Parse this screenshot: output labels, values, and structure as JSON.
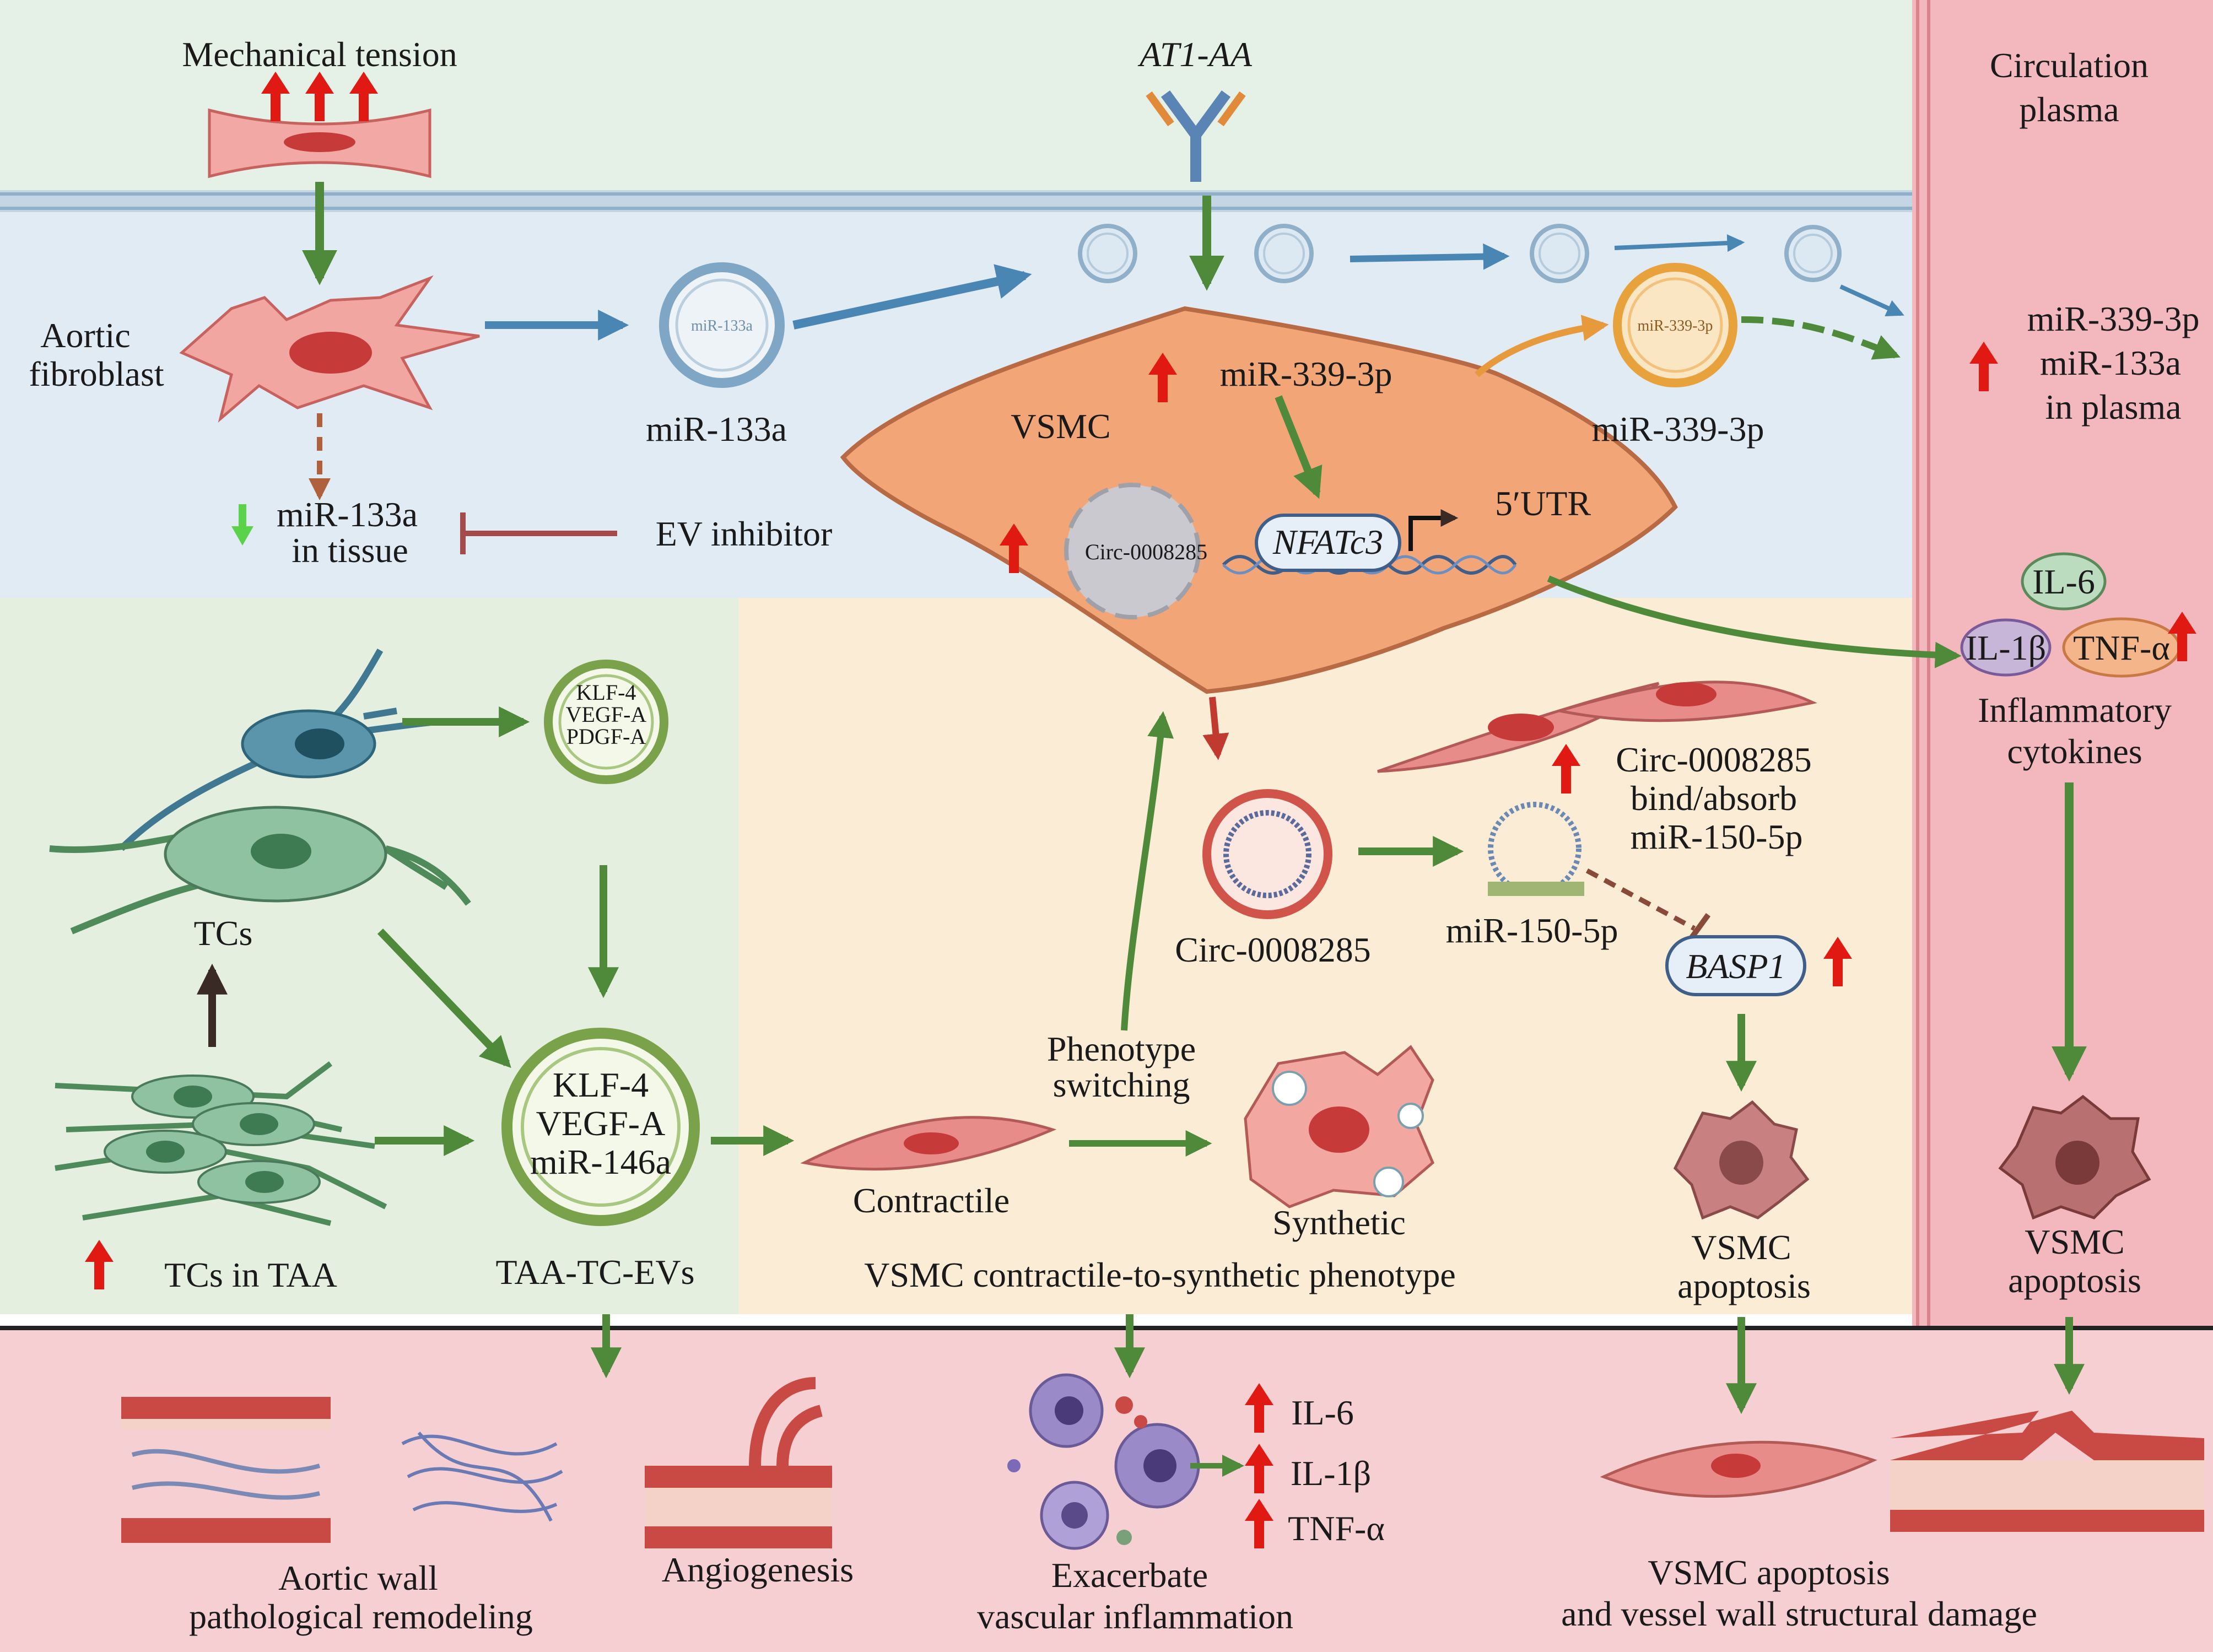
{
  "top": {
    "mechanical_tension": "Mechanical tension",
    "at1aa": "AT1-AA",
    "circulation_line1": "Circulation",
    "circulation_line2": "plasma"
  },
  "fibroblast": {
    "label_line1": "Aortic",
    "label_line2": "fibroblast",
    "tissue_line1": "miR-133a",
    "tissue_line2": "in tissue",
    "ev_inhibitor": "EV inhibitor"
  },
  "vesicles": {
    "mir133a_inner": "miR-133a",
    "mir133a_label": "miR-133a",
    "mir339_inner": "miR-339-3p",
    "mir339_label": "miR-339-3p"
  },
  "vsmc": {
    "label": "VSMC",
    "mir339": "miR-339-3p",
    "circ": "Circ-0008285",
    "nfatc3": "NFATc3",
    "utr": "5′UTR"
  },
  "plasma": {
    "line1": "miR-339-3p",
    "line2": "miR-133a",
    "line3": "in plasma",
    "il6": "IL-6",
    "il1b": "IL-1β",
    "tnfa": "TNF-α",
    "cyto_line1": "Inflammatory",
    "cyto_line2": "cytokines",
    "apop_line1": "VSMC",
    "apop_line2": "apoptosis"
  },
  "tc": {
    "ev1_line1": "KLF-4",
    "ev1_line2": "VEGF-A",
    "ev1_line3": "PDGF-A",
    "tcs_label": "TCs",
    "ev2_line1": "KLF-4",
    "ev2_line2": "VEGF-A",
    "ev2_line3": "miR-146a",
    "tcs_in_taa": "TCs in TAA",
    "taa_tc_evs": "TAA-TC-EVs"
  },
  "phenotype": {
    "circ_label": "Circ-0008285",
    "bind_line1": "Circ-0008285",
    "bind_line2": "bind/absorb",
    "bind_line3": "miR-150-5p",
    "mir150": "miR-150-5p",
    "basp1": "BASP1",
    "switch_line1": "Phenotype",
    "switch_line2": "switching",
    "contractile": "Contractile",
    "synthetic": "Synthetic",
    "apop_line1": "VSMC",
    "apop_line2": "apoptosis",
    "caption": "VSMC contractile-to-synthetic phenotype"
  },
  "bottom": {
    "remodel_line1": "Aortic wall",
    "remodel_line2": "pathological remodeling",
    "angiogenesis": "Angiogenesis",
    "il6": "IL-6",
    "il1b": "IL-1β",
    "tnfa": "TNF-α",
    "inflam_line1": "Exacerbate",
    "inflam_line2": "vascular inflammation",
    "damage_line1": "VSMC apoptosis",
    "damage_line2": "and vessel wall structural damage"
  },
  "colors": {
    "arrow_green": "#4e8a3a",
    "arrow_blue": "#4a86b4",
    "arrow_red": "#e01a12",
    "vsmc_fill": "#f2a678",
    "plasma_band": "#f2b8bd"
  }
}
